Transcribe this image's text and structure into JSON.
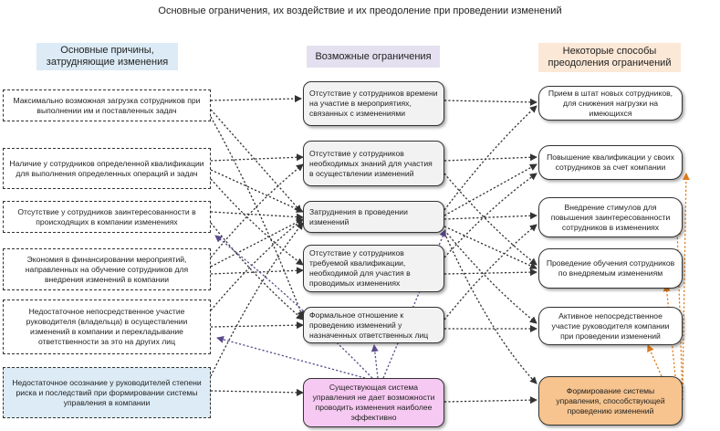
{
  "title": "Основные ограничения, их воздействие и их преодоление при проведении изменений",
  "headers": {
    "causes": "Основные причины, затрудняющие изменения",
    "limits": "Возможные ограничения",
    "fixes": "Некоторые способы преодоления ограничений"
  },
  "causes": [
    "Максимально возможная загрузка сотрудников при выполнении им и поставленных задач",
    "Наличие у сотрудников определенной квалификации для выполнения определенных операций и задач",
    "Отсутствие у сотрудников заинтересованности в происходящих в компании изменениях",
    "Экономия в финансировании мероприятий, направленных на обучение сотрудников для внедрения изменений в компании",
    "Недостаточное непосредственное участие руководителя (владельца) в осуществлении изменений в компании и перекладывание ответственности за это на других лиц",
    "Недостаточное осознание у руководителей степени риска и последствий при формировании системы управления в компании"
  ],
  "limits": [
    "Отсутствие у сотрудников времени на участие в мероприятиях, связанных с изменениями",
    "Отсутствие у сотрудников необходимых знаний для участия в осуществлении изменений",
    "Затруднения в проведении изменений",
    "Отсутствие у сотрудников требуемой квалификации, необходимой для участия в проводимых изменениях",
    "Формальное отношение к проведению изменений у назначенных ответственных лиц",
    "Существующая система управления не дает возможности проводить изменения наиболее эффективно"
  ],
  "fixes": [
    "Прием в штат новых сотрудников, для снижения нагрузки на имеющихся",
    "Повышение квалификации у своих сотрудников за счет компании",
    "Внедрение стимулов для повышения заинтересованности сотрудников в изменениях",
    "Проведение обучения сотрудников по внедряемым изменениям",
    "Активное непосредственное участие руководителя компании при проведении изменений",
    "Формирование системы управления, способствующей проведению изменений"
  ],
  "colors": {
    "causes_header": "#dcebf5",
    "limits_header": "#e4e0ef",
    "fixes_header": "#fce8d6",
    "limit_fill": "#f2f2f2",
    "system_limit_fill": "#f6c9f2",
    "system_fix_fill": "#f7c48f",
    "arrow_black": "#333333",
    "arrow_purple": "#5b4a8b",
    "arrow_orange": "#e07b1a"
  }
}
